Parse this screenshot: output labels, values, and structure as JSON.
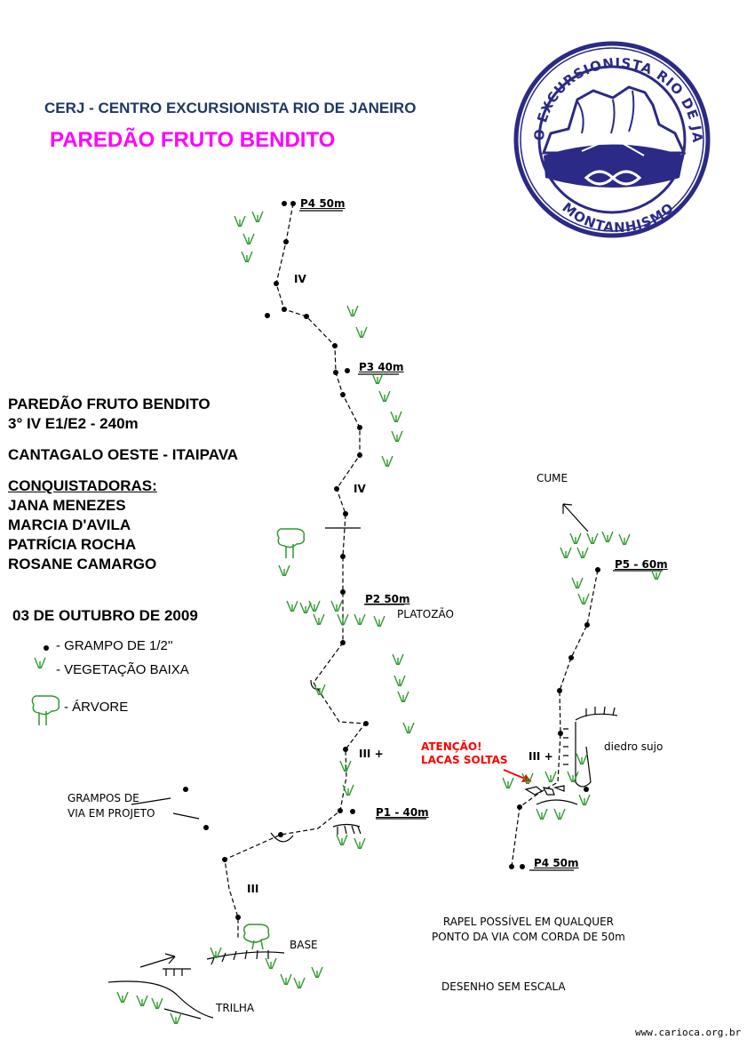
{
  "header": {
    "club": "CERJ - CENTRO EXCURSIONISTA RIO DE JANEIRO",
    "title": "PAREDÃO FRUTO BENDITO"
  },
  "logo": {
    "ring_text_top": "CENTRO EXCURSIONISTA RIO DE JANEIRO",
    "ring_text_bottom": "MONTANHISMO",
    "color": "#2b2a86"
  },
  "info": {
    "route": "PAREDÃO FRUTO BENDITO",
    "grade": "3° IV E1/E2 - 240m",
    "location": "CANTAGALO OESTE - ITAIPAVA",
    "conquerors_heading": "CONQUISTADORAS:",
    "conquerors": [
      "JANA MENEZES",
      "MARCIA D'AVILA",
      "PATRÍCIA ROCHA",
      "ROSANE CAMARGO"
    ],
    "date": "03 DE OUTUBRO DE 2009"
  },
  "legend": {
    "bolt": "- GRAMPO DE 1/2''",
    "vegetation": "- VEGETAÇÃO BAIXA",
    "tree": "- ÁRVORE"
  },
  "labels": {
    "p4_top": "P4 50m",
    "p3": "P3 40m",
    "p2": "P2 50m",
    "platozao": "PLATOZÃO",
    "p1": "P1 - 40m",
    "p5": "P5 - 60m",
    "p4_right": "P4 50m",
    "cume": "CUME",
    "grade_iv_1": "IV",
    "grade_iv_2": "IV",
    "grade_iii_plus_1": "III +",
    "grade_iii_plus_2": "III +",
    "grade_iii": "III",
    "base": "BASE",
    "trilha": "TRILHA",
    "diedro": "diedro sujo",
    "grampos_line1": "GRAMPOS DE",
    "grampos_line2": "VIA EM PROJETO",
    "warning_line1": "ATENÇÃO!",
    "warning_line2": "LACAS SOLTAS",
    "rapel_line1": "RAPEL POSSÍVEL EM QUALQUER",
    "rapel_line2": "PONTO DA VIA COM CORDA DE 50m",
    "no_scale": "DESENHO SEM ESCALA",
    "url": "www.carioca.org.br"
  },
  "colors": {
    "club_text": "#1f3864",
    "title_text": "#ff00ff",
    "vegetation": "#2e9a2e",
    "warning": "#ff0000"
  }
}
